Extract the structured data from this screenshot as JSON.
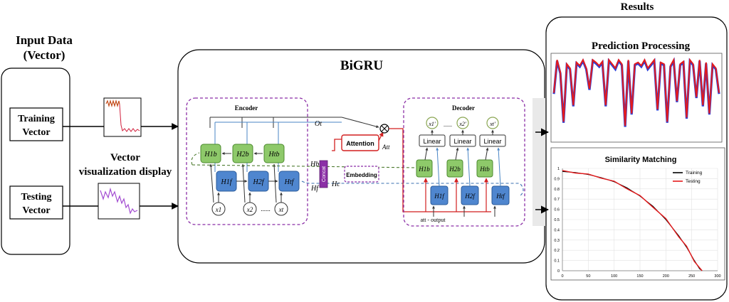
{
  "input": {
    "title_line1": "Input Data",
    "title_line2": "(Vector)",
    "training_line1": "Training",
    "training_line2": "Vector",
    "testing_line1": "Testing",
    "testing_line2": "Vector",
    "viz_line1": "Vector",
    "viz_line2": "visualization display"
  },
  "bigru": {
    "title": "BiGRU",
    "encoder": {
      "title": "Encoder",
      "hb": [
        "H1b",
        "H2b",
        "Htb"
      ],
      "hf": [
        "H1f",
        "H2f",
        "Htf"
      ],
      "x": [
        "x1",
        "x2",
        "xt"
      ],
      "dots": "......",
      "labels": {
        "ot": "Ot",
        "hb": "Hb",
        "hf": "Hf",
        "concat": "Concat",
        "hc": "Hc",
        "att": "Att"
      }
    },
    "attention": "Attention",
    "embedding": "Embedding",
    "decoder": {
      "title": "Decoder",
      "linear": "Linear",
      "outputs": [
        "x1'",
        "x2'",
        "xt'"
      ],
      "dots": "......",
      "att_output": "att - output"
    }
  },
  "results": {
    "title": "Results",
    "prediction_title": "Prediction Processing",
    "similarity_title": "Similarity Matching",
    "legend": [
      "Training",
      "Testing"
    ],
    "colors": {
      "training": "#000000",
      "testing": "#e41a1c",
      "prediction_blue": "#2b3fd8"
    }
  },
  "chart_data": [
    {
      "type": "line",
      "title": "Prediction Processing",
      "series": [
        {
          "name": "",
          "values": [
            0.55,
            0.95,
            0.8,
            0.2,
            0.9,
            0.85,
            0.4,
            0.92,
            0.88,
            0.95,
            0.85,
            0.6,
            0.95,
            0.92,
            0.88,
            0.93,
            0.4,
            0.95,
            0.9,
            0.85,
            0.95,
            0.9,
            0.15,
            0.95,
            0.3,
            0.9,
            0.92,
            0.88,
            0.95,
            0.85,
            0.9,
            0.95,
            0.35,
            0.92,
            0.9,
            0.2,
            0.88,
            0.95,
            0.45,
            0.9,
            0.93,
            0.25,
            0.95,
            0.9,
            0.5,
            0.95,
            0.4,
            0.92,
            0.3,
            0.9,
            0.85,
            0.55
          ]
        }
      ]
    },
    {
      "type": "line",
      "title": "Similarity Matching",
      "x_ticks": [
        0,
        50,
        100,
        150,
        200,
        250,
        300
      ],
      "y_ticks": [
        0,
        0.1,
        0.2,
        0.3,
        0.4,
        0.5,
        0.6,
        0.7,
        0.8,
        0.9,
        1
      ],
      "xlim": [
        0,
        300
      ],
      "ylim": [
        0,
        1
      ],
      "legend_position": "top-right",
      "series": [
        {
          "name": "Training",
          "x": [
            0,
            25,
            50,
            75,
            100,
            125,
            150,
            175,
            200,
            225,
            240,
            255,
            265,
            270
          ],
          "y": [
            0.97,
            0.96,
            0.94,
            0.91,
            0.87,
            0.81,
            0.73,
            0.63,
            0.5,
            0.34,
            0.23,
            0.1,
            0.02,
            0.0
          ]
        },
        {
          "name": "Testing",
          "x": [
            0,
            25,
            50,
            75,
            100,
            125,
            150,
            175,
            200,
            225,
            240,
            255,
            265,
            270
          ],
          "y": [
            0.98,
            0.955,
            0.945,
            0.905,
            0.875,
            0.8,
            0.735,
            0.62,
            0.51,
            0.33,
            0.24,
            0.09,
            0.03,
            0.0
          ]
        }
      ]
    }
  ]
}
